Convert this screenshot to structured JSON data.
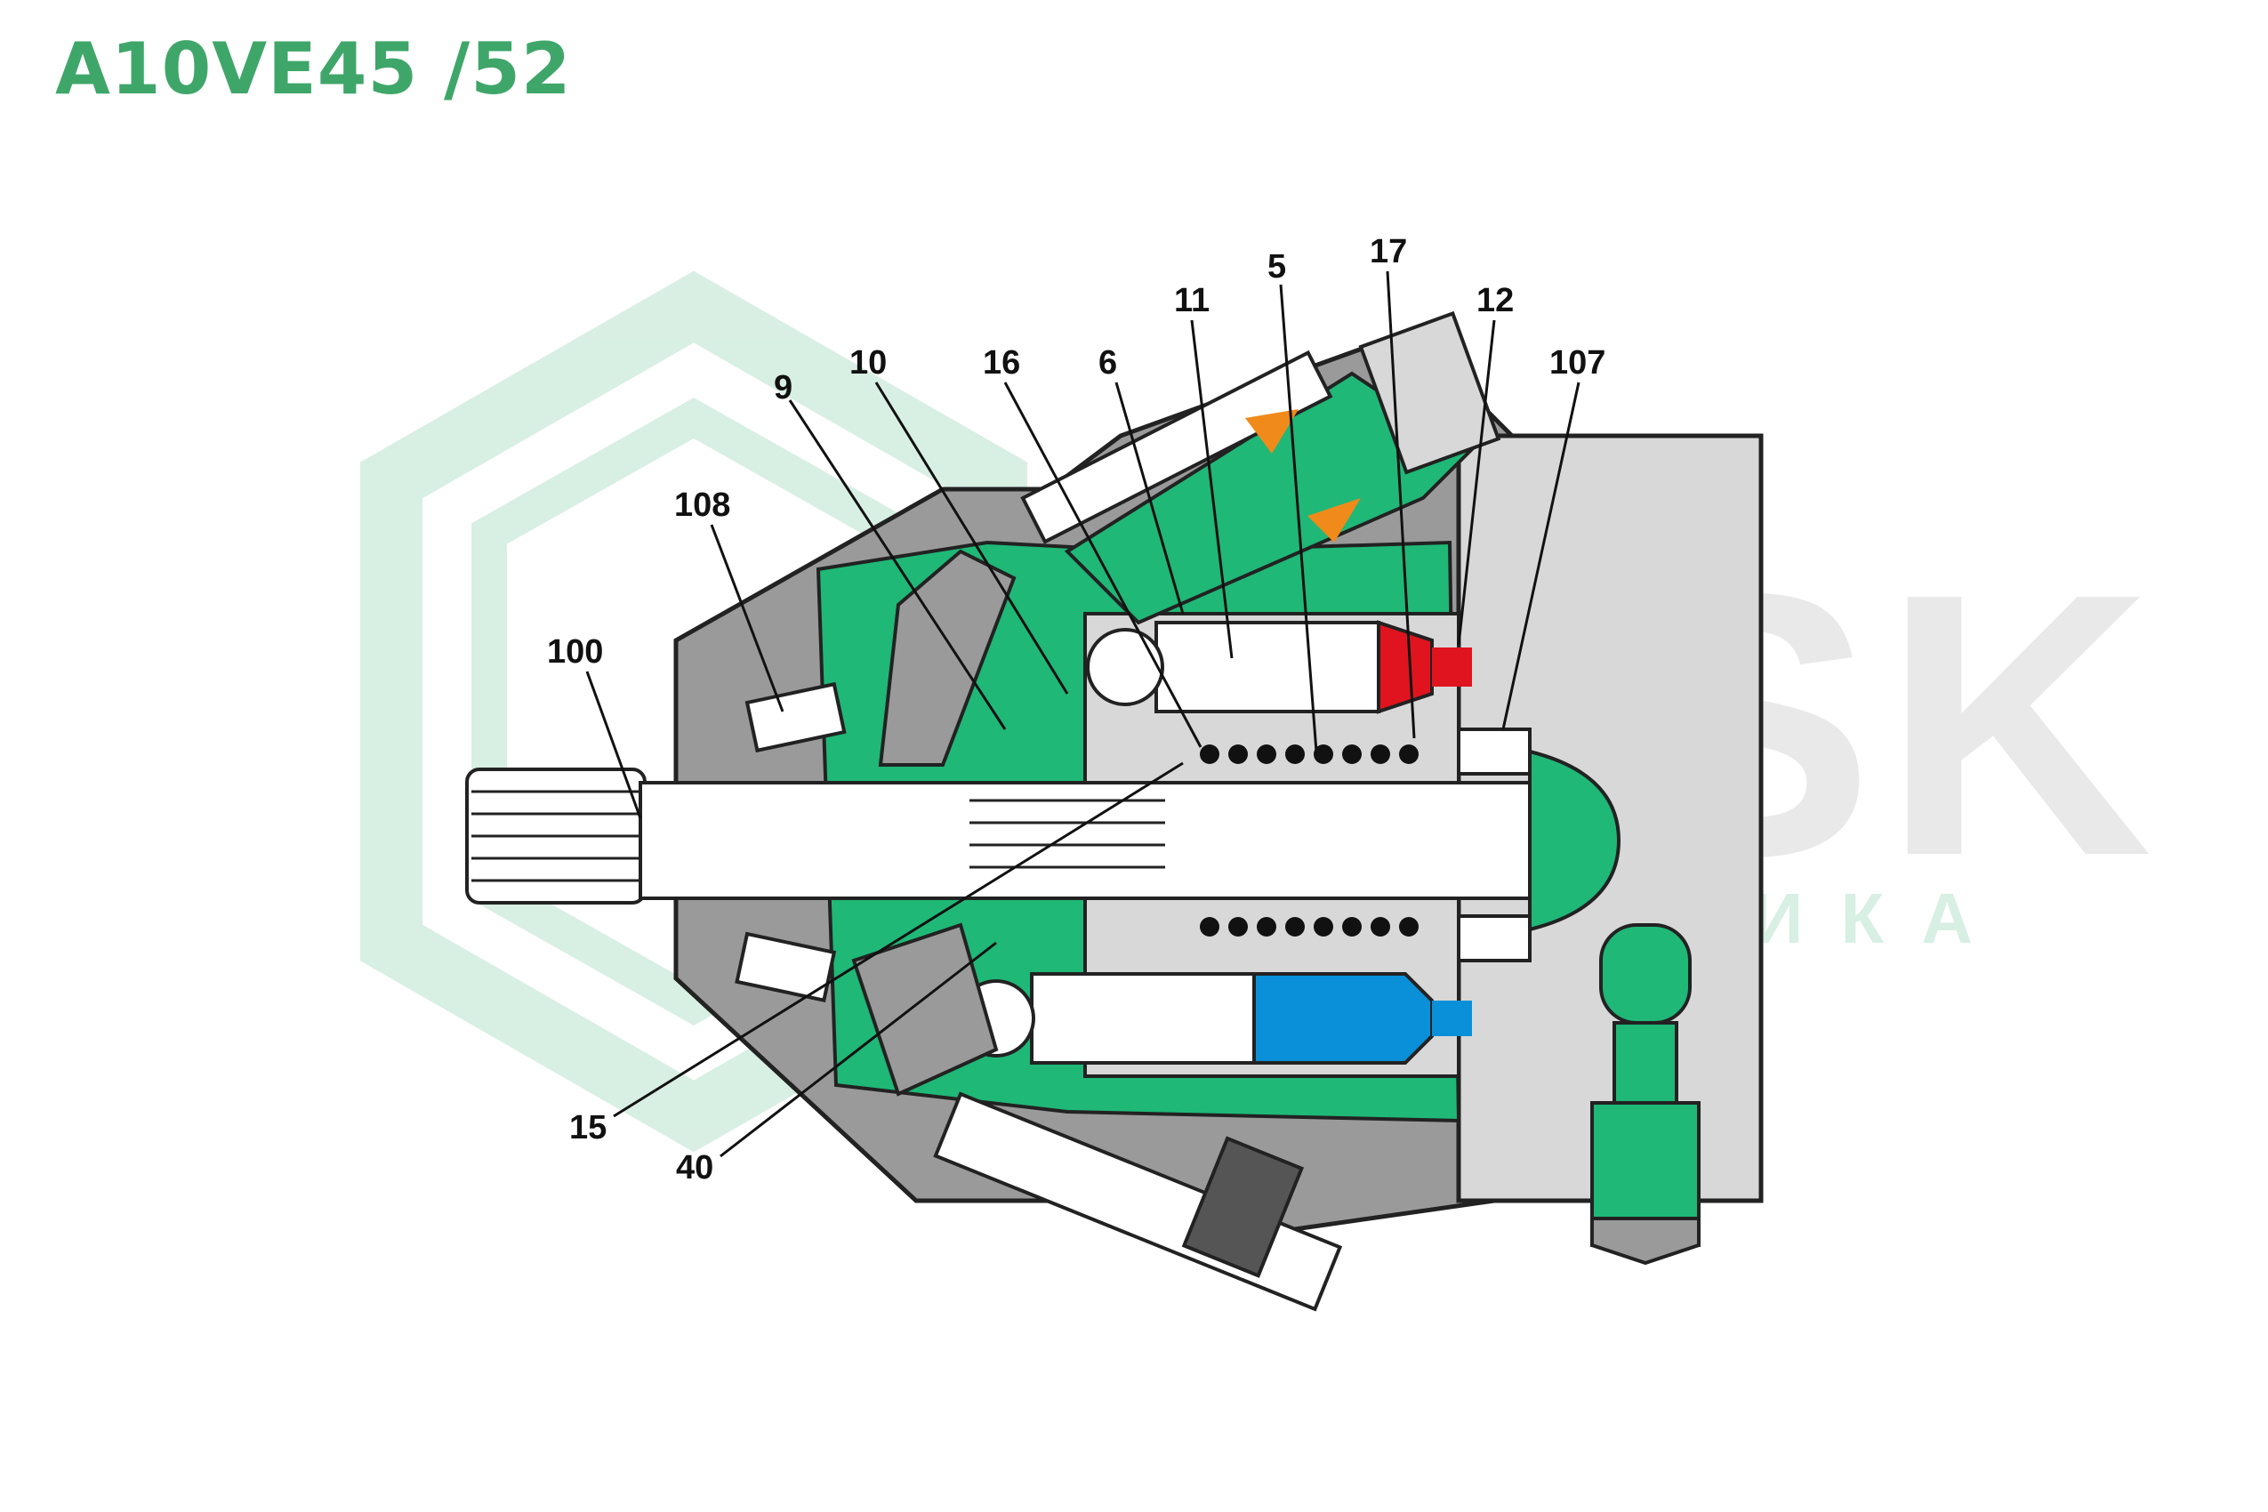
{
  "title": "A10VE45 /52",
  "colors": {
    "title": "#3fa66a",
    "housing": "#9a9a9a",
    "housing_dark": "#6e6e6e",
    "oil": "#1fb877",
    "high_pressure": "#e0141e",
    "low_pressure": "#0a90d8",
    "accent_orange": "#f08a1a",
    "watermark": "#2ea86a"
  },
  "watermark": {
    "logo": "ZSK",
    "subtitle": "ГИДРАВЛИКА"
  },
  "callouts": [
    "100",
    "108",
    "9",
    "10",
    "16",
    "6",
    "11",
    "5",
    "17",
    "12",
    "107",
    "15",
    "40"
  ]
}
